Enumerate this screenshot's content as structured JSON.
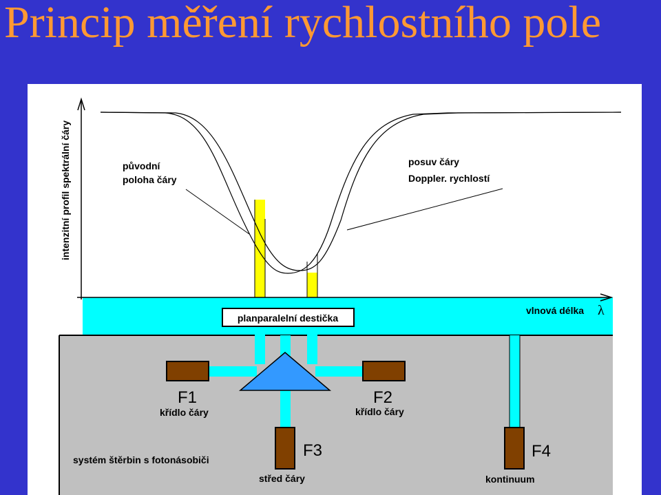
{
  "slide": {
    "title": "Princip měření rychlostního pole"
  },
  "axes": {
    "y_label": "intenzitní profil spektrální čáry",
    "x_label": "vlnová délka",
    "x_symbol": "λ"
  },
  "annotations": {
    "original_line_1": "původní",
    "original_line_2": "poloha čáry",
    "shifted_line_1": "posuv čáry",
    "shifted_line_2": "Doppler. rychlostí"
  },
  "plate": {
    "label": "planparalelní destička"
  },
  "filters": [
    {
      "id": "F1",
      "caption": "křídlo čáry"
    },
    {
      "id": "F2",
      "caption": "křídlo čáry"
    },
    {
      "id": "F3",
      "caption": "střed čáry"
    },
    {
      "id": "F4",
      "caption": "kontinuum"
    }
  ],
  "system": {
    "label": "systém štěrbin s fotonásobiči"
  },
  "colors": {
    "background": "#3333cc",
    "title": "#ff9933",
    "diagram_bg": "#ffffff",
    "cyan_band": "#00ffff",
    "gray_box": "#c0c0c0",
    "prism": "#3399ff",
    "photomultiplier": "#804000",
    "window_yellow": "#ffff00"
  }
}
